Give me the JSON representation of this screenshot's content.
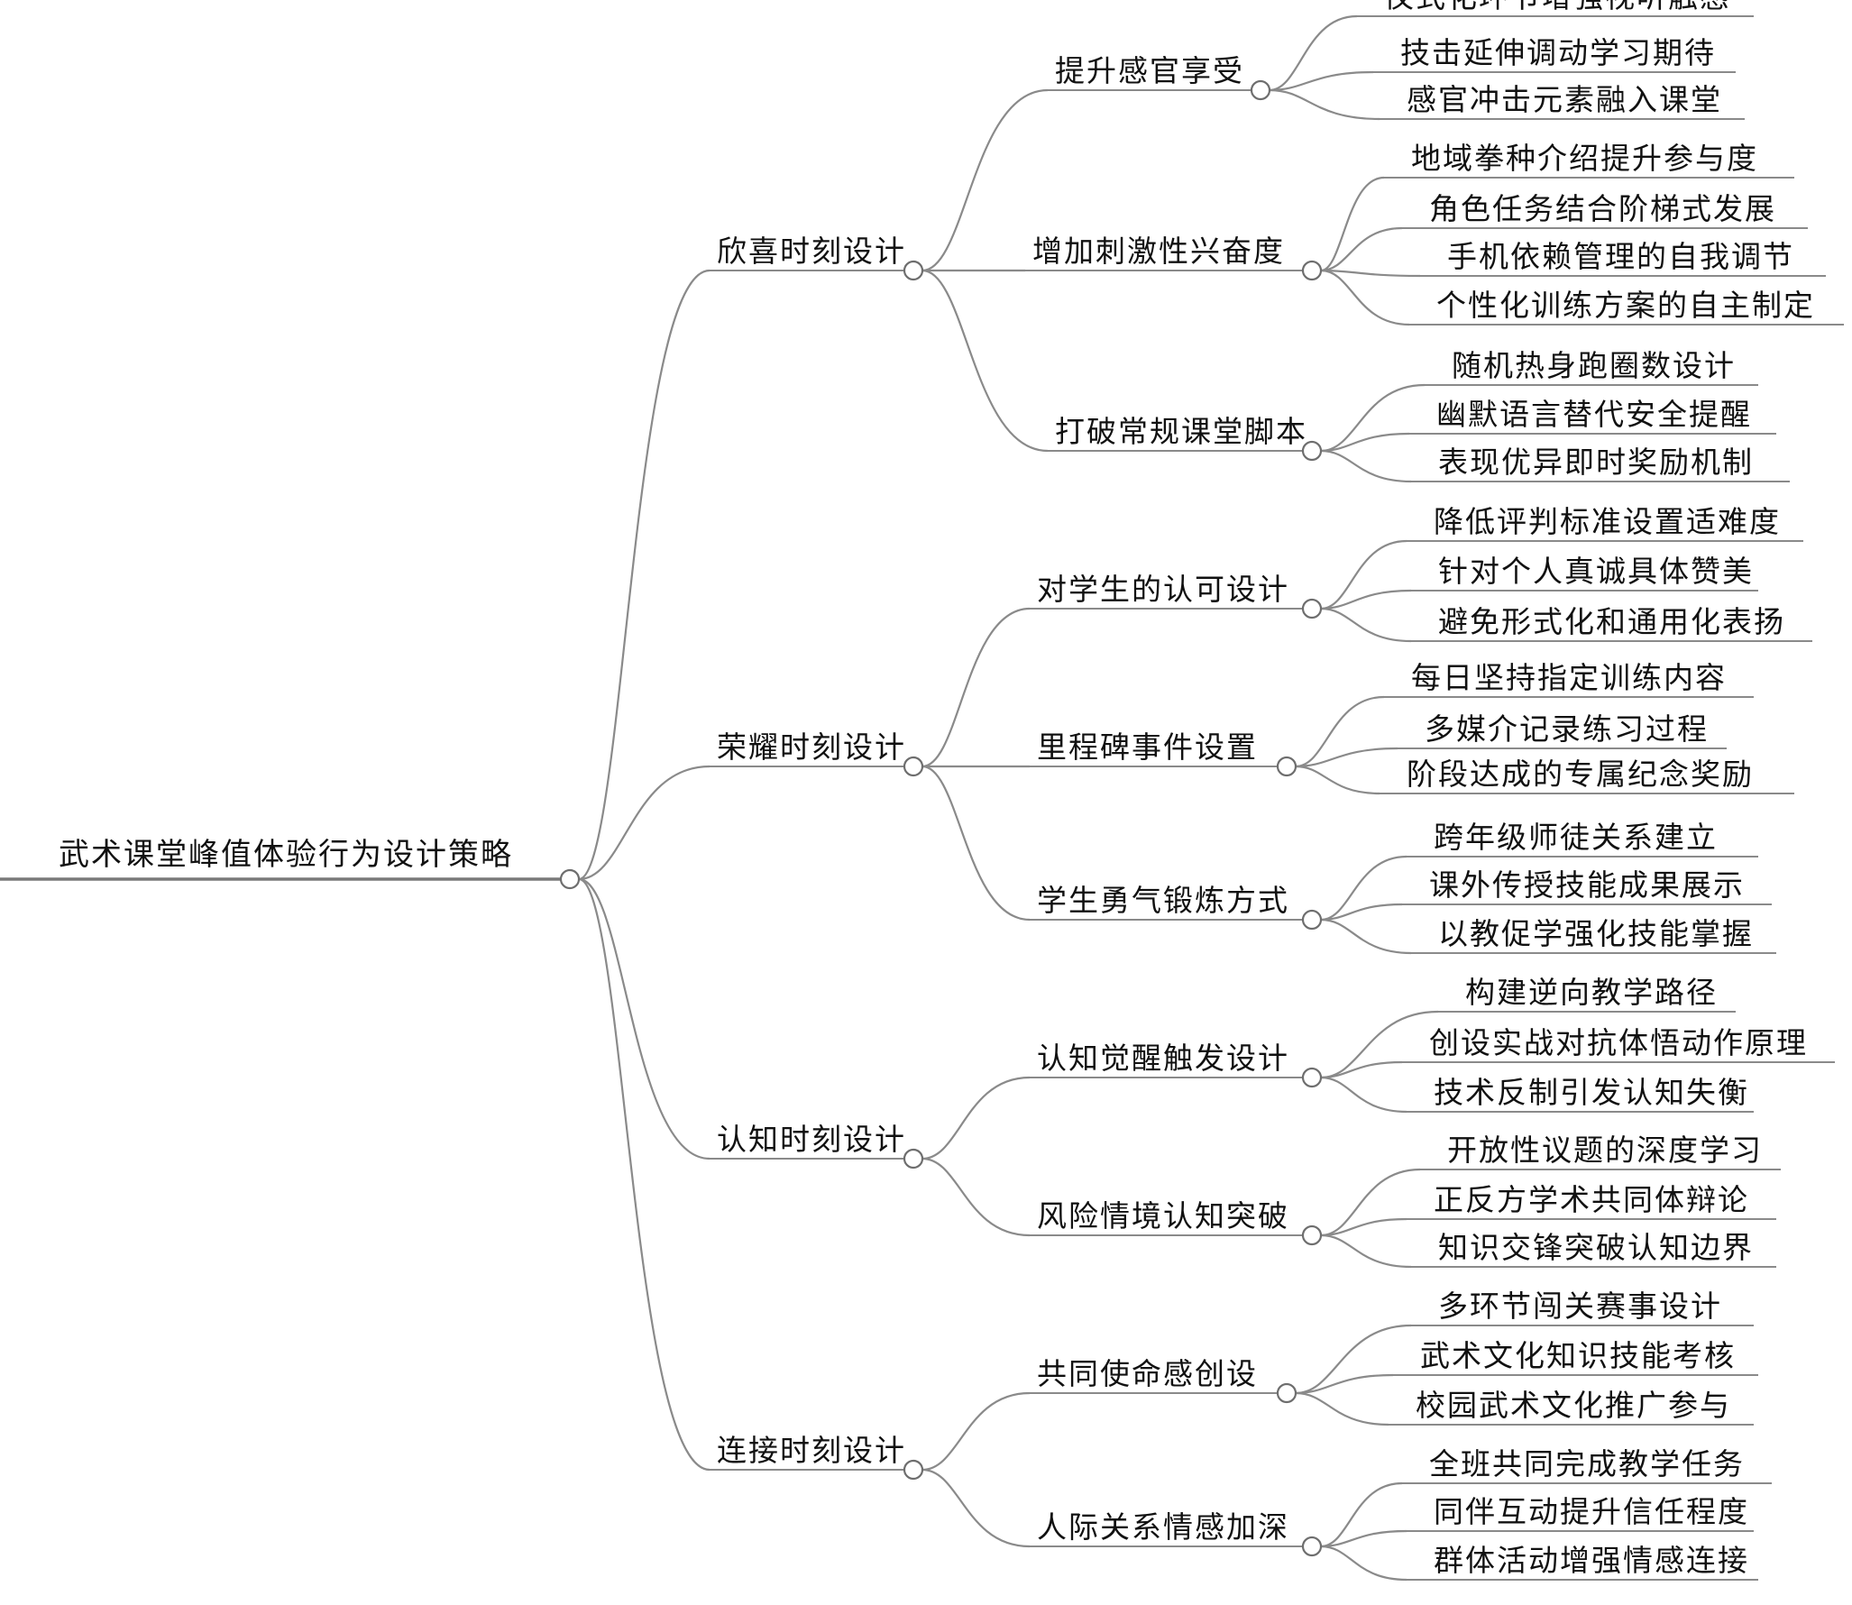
{
  "root": "武术课堂峰值体验行为设计策略",
  "branches": [
    {
      "label": "欣喜时刻设计",
      "children": [
        {
          "label": "提升感官享受",
          "children": [
            "仪式化环节增强视听触感",
            "技击延伸调动学习期待",
            "感官冲击元素融入课堂"
          ]
        },
        {
          "label": "增加刺激性兴奋度",
          "children": [
            "地域拳种介绍提升参与度",
            "角色任务结合阶梯式发展",
            "手机依赖管理的自我调节",
            "个性化训练方案的自主制定"
          ]
        },
        {
          "label": "打破常规课堂脚本",
          "children": [
            "随机热身跑圈数设计",
            "幽默语言替代安全提醒",
            "表现优异即时奖励机制"
          ]
        }
      ]
    },
    {
      "label": "荣耀时刻设计",
      "children": [
        {
          "label": "对学生的认可设计",
          "children": [
            "降低评判标准设置适难度",
            "针对个人真诚具体赞美",
            "避免形式化和通用化表扬"
          ]
        },
        {
          "label": "里程碑事件设置",
          "children": [
            "每日坚持指定训练内容",
            "多媒介记录练习过程",
            "阶段达成的专属纪念奖励"
          ]
        },
        {
          "label": "学生勇气锻炼方式",
          "children": [
            "跨年级师徒关系建立",
            "课外传授技能成果展示",
            "以教促学强化技能掌握"
          ]
        }
      ]
    },
    {
      "label": "认知时刻设计",
      "children": [
        {
          "label": "认知觉醒触发设计",
          "children": [
            "构建逆向教学路径",
            "创设实战对抗体悟动作原理",
            "技术反制引发认知失衡"
          ]
        },
        {
          "label": "风险情境认知突破",
          "children": [
            "开放性议题的深度学习",
            "正反方学术共同体辩论",
            "知识交锋突破认知边界"
          ]
        }
      ]
    },
    {
      "label": "连接时刻设计",
      "children": [
        {
          "label": "共同使命感创设",
          "children": [
            "多环节闯关赛事设计",
            "武术文化知识技能考核",
            "校园武术文化推广参与"
          ]
        },
        {
          "label": "人际关系情感加深",
          "children": [
            "全班共同完成教学任务",
            "同伴互动提升信任程度",
            "群体活动增强情感连接"
          ]
        }
      ]
    }
  ]
}
